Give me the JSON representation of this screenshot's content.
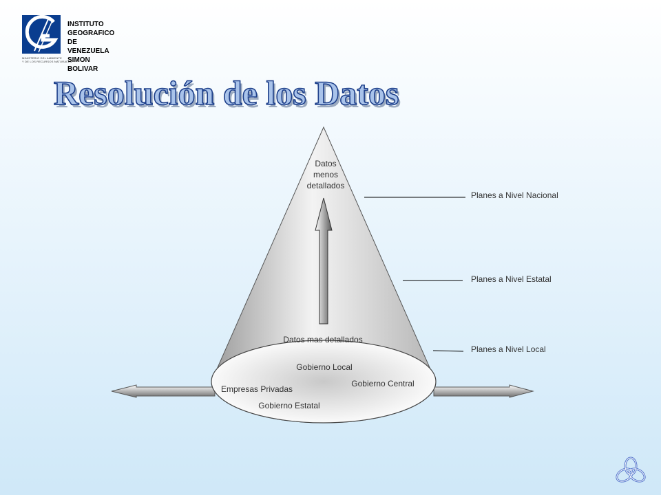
{
  "header": {
    "institute": "INSTITUTO GEOGRAFICO\nDE VENEZUELA\nSIMON BOLIVAR",
    "ministry_line1": "MINISTERIO DEL AMBIENTE",
    "ministry_line2": "Y DE LOS RECURSOS NATURALES"
  },
  "title": "Resolución de los Datos",
  "cone": {
    "top_label_line1": "Datos",
    "top_label_line2": "menos",
    "top_label_line3": "detallados",
    "bottom_label": "Datos mas detallados"
  },
  "base": {
    "gobierno_local": "Gobierno Local",
    "gobierno_central": "Gobierno Central",
    "empresas_privadas": "Empresas Privadas",
    "gobierno_estatal": "Gobierno Estatal"
  },
  "levels": {
    "nacional": "Planes a Nivel Nacional",
    "estatal": "Planes a Nivel Estatal",
    "local": "Planes a Nivel Local"
  },
  "colors": {
    "title_fill": "#a9c3ea",
    "title_stroke": "#1d3f8a",
    "logo": "#0a3d8f",
    "emblem": "#5577cc"
  }
}
